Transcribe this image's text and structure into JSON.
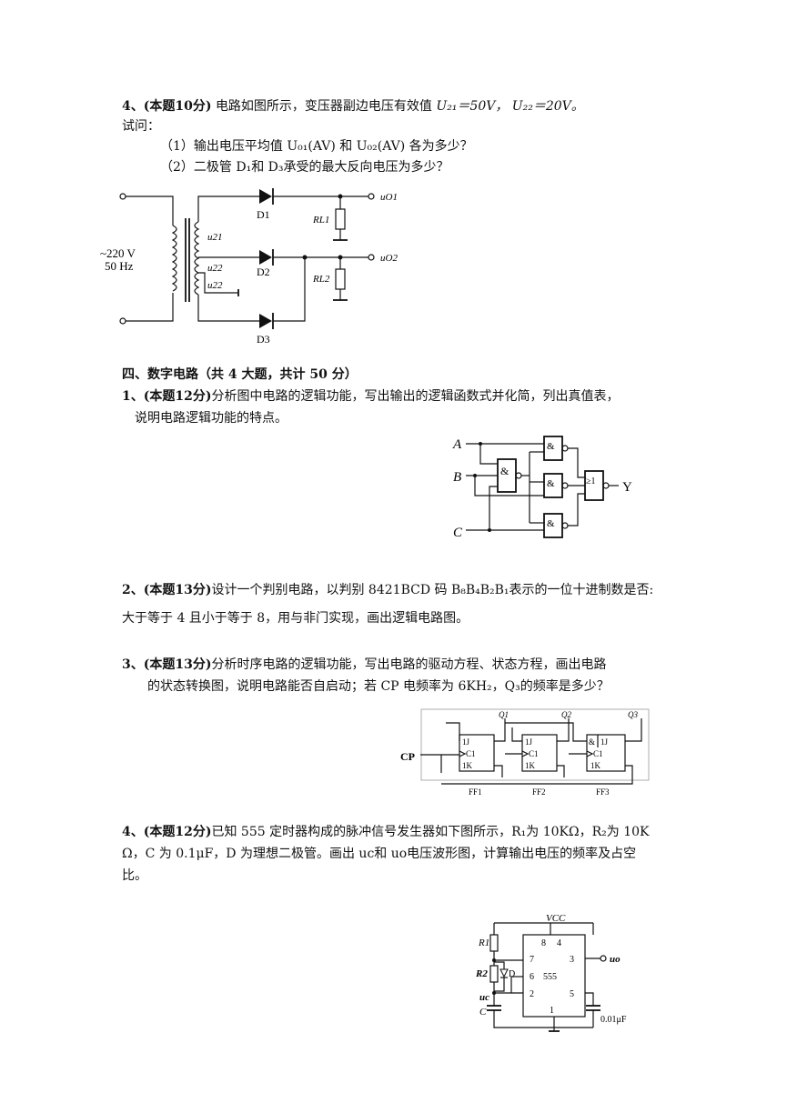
{
  "q4a": {
    "head": "4、(本题10分)",
    "line1": "电路如图所示，变压器副边电压有效值",
    "u21": "U₂₁＝50V，",
    "u22": "U₂₂＝20V。",
    "line2": "试问：",
    "ask1": "（1）输出电压平均值 U₀₁(AV) 和 U₀₂(AV) 各为多少？",
    "ask2": "（2）二极管 D₁和 D₃承受的最大反向电压为多少？"
  },
  "fig1": {
    "src1": "~220 V",
    "src2": "50 Hz",
    "u21": "u21",
    "u22a": "u22",
    "u22b": "u22",
    "d1": "D1",
    "d2": "D2",
    "d3": "D3",
    "rl1": "RL1",
    "rl2": "RL2",
    "uo1": "uO1",
    "uo2": "uO2"
  },
  "section4": {
    "title": "四、数字电路（共 4 大题，共计 50 分）"
  },
  "q1": {
    "head": "1、(本题12分)",
    "line1": "分析图中电路的逻辑功能，写出输出的逻辑函数式并化简，列出真值表，",
    "line2": "说明电路逻辑功能的特点。"
  },
  "fig2": {
    "a": "A",
    "b": "B",
    "c": "C",
    "y": "Y",
    "and": "&",
    "or": "≥1"
  },
  "q2": {
    "head": "2、(本题13分)",
    "line1": "设计一个判别电路，以判别 8421BCD 码 B₈B₄B₂B₁表示的一位十进制数是否:",
    "line2": "大于等于 4 且小于等于 8，用与非门实现，画出逻辑电路图。"
  },
  "q3": {
    "head": "3、(本题13分)",
    "line1": "分析时序电路的逻辑功能，写出电路的驱动方程、状态方程，画出电路",
    "line2": "的状态转换图，说明电路能否自启动；若 CP 电频率为 6KH₂，Q₃的频率是多少？"
  },
  "fig3": {
    "cp": "CP",
    "q1": "Q1",
    "q2": "Q2",
    "q3": "Q3",
    "ff1": "FF1",
    "ff2": "FF2",
    "ff3": "FF3",
    "j": "1J",
    "c": "C1",
    "k": "1K",
    "and": "&"
  },
  "q4b": {
    "head": "4、(本题12分)",
    "line1": "已知 555 定时器构成的脉冲信号发生器如下图所示，R₁为 10KΩ，R₂为 10K",
    "line2": "Ω，C 为 0.1μF，D 为理想二极管。画出 uc和 uo电压波形图，计算输出电压的频率及占空",
    "line3": "比。"
  },
  "fig4": {
    "vcc": "VCC",
    "p8": "8",
    "p4": "4",
    "p7": "7",
    "p3": "3",
    "p6": "6",
    "p2": "2",
    "p5": "5",
    "p1": "1",
    "chip": "555",
    "r1": "R1",
    "r2": "R2",
    "d": "D",
    "uc": "uc",
    "c": "C",
    "uo": "uo",
    "cap": "0.01μF"
  }
}
